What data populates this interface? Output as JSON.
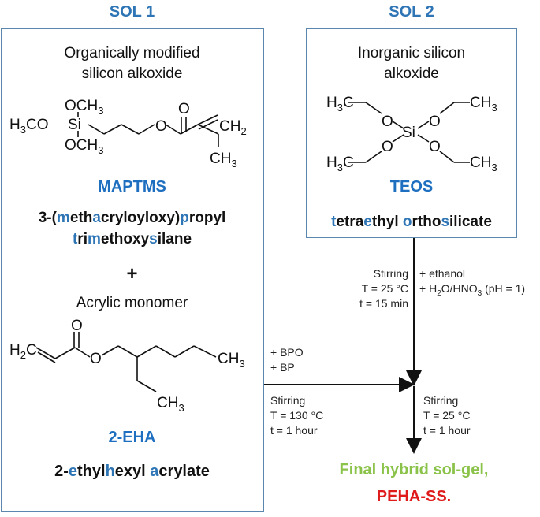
{
  "sol1": {
    "title": "SOL 1",
    "subtitle_line1": "Organically modified",
    "subtitle_line2": "silicon alkoxide",
    "compound_abbr": "MAPTMS",
    "fullname_line1_parts": [
      "3-(",
      "m",
      "eth",
      "a",
      "cryloyloxy)",
      "p",
      "ropyl"
    ],
    "fullname_line2_parts": [
      "t",
      "ri",
      "m",
      "ethoxy",
      "s",
      "ilane"
    ],
    "plus": "+",
    "monomer_label": "Acrylic monomer",
    "monomer_abbr": "2-EHA",
    "monomer_fullname_parts": [
      "2-",
      "e",
      "thyl",
      "h",
      "exyl ",
      "a",
      "crylate"
    ]
  },
  "sol2": {
    "title": "SOL 2",
    "subtitle_line1": "Inorganic silicon",
    "subtitle_line2": "alkoxide",
    "compound_abbr": "TEOS",
    "fullname_parts": [
      "t",
      "etra",
      "e",
      "thyl ",
      "o",
      "rtho",
      "s",
      "ilicate"
    ]
  },
  "conditions": {
    "sol2_stirring": [
      "Stirring",
      "T = 25 °C",
      "t = 15 min"
    ],
    "sol2_additives": [
      "+ ethanol",
      "+ H2O/HNO3 (pH = 1)"
    ],
    "sol1_additives": [
      "+ BPO",
      "+ BP"
    ],
    "sol1_stirring": [
      "Stirring",
      "T = 130 °C",
      "t = 1 hour"
    ],
    "final_stirring": [
      "Stirring",
      "T = 25 °C",
      "t = 1 hour"
    ]
  },
  "final": {
    "line1": "Final hybrid sol-gel,",
    "line2": "PEHA-SS."
  },
  "colors": {
    "title_blue": "#2e75b6",
    "name_blue": "#1f6fc0",
    "final_green": "#8bc34a",
    "final_red": "#e01b1b",
    "box_border": "#5b86ad"
  }
}
